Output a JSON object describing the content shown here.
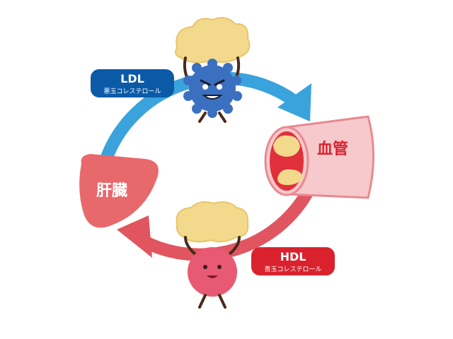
{
  "ldl": {
    "title": "LDL",
    "subtitle": "悪玉コレステロール"
  },
  "hdl": {
    "title": "HDL",
    "subtitle": "善玉コレステロール"
  },
  "organ": {
    "liver": "肝臓",
    "vessel": "血管"
  },
  "colors": {
    "ldl": "#0b5aa8",
    "hdl": "#d9222e",
    "blue_arrow": "#3aa3dc",
    "red_arrow": "#e05560",
    "liver": "#e8696b",
    "vessel": "#f6c9cc",
    "fat": "#f3d98c",
    "blue_monster": "#3b6fbf",
    "pink_ball": "#e85a73"
  }
}
